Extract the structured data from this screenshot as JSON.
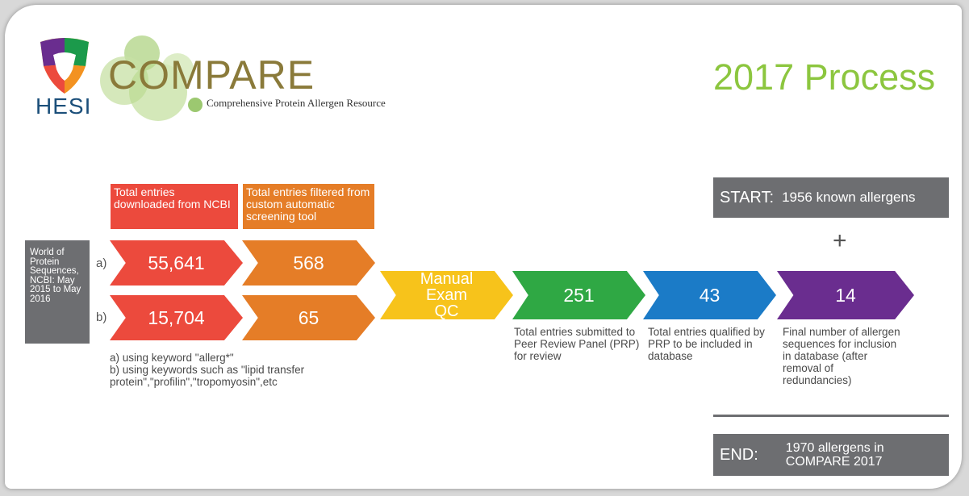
{
  "logo": {
    "org": "HESI",
    "product": "COMPARE",
    "subtitle": "Comprehensive Protein Allergen Resource"
  },
  "title": "2017 Process",
  "source_box": "World of Protein Sequences, NCBI: May 2015 to May 2016",
  "row_labels": {
    "a": "a)",
    "b": "b)"
  },
  "headers": {
    "downloaded": "Total entries downloaded from NCBI",
    "filtered": "Total entries filtered from custom automatic screening tool"
  },
  "values": {
    "downloaded_a": "55,641",
    "downloaded_b": "15,704",
    "filtered_a": "568",
    "filtered_b": "65",
    "manual": "Manual Exam QC",
    "submitted": "251",
    "qualified": "43",
    "final": "14"
  },
  "footnotes": {
    "a": "a) using keyword \"allerg*\"",
    "b": "b) using keywords such as  \"lipid transfer protein\",\"profilin\",\"tropomyosin\",etc"
  },
  "captions": {
    "submitted": "Total entries submitted to Peer Review Panel (PRP) for review",
    "qualified": "Total entries qualified by PRP to be included in database",
    "final": "Final number of allergen sequences for inclusion in database (after removal of redundancies)"
  },
  "start": {
    "label": "START:",
    "text": "1956 known allergens"
  },
  "plus": "+",
  "end": {
    "label": "END:",
    "text": "1970 allergens in COMPARE 2017"
  },
  "colors": {
    "red": "#ec4a3d",
    "orange": "#e57d27",
    "yellow": "#f7c31b",
    "green": "#2fa844",
    "blue": "#1b7bc7",
    "purple": "#6a2d8f",
    "gray": "#6d6e71",
    "title_green": "#8cc63f"
  }
}
